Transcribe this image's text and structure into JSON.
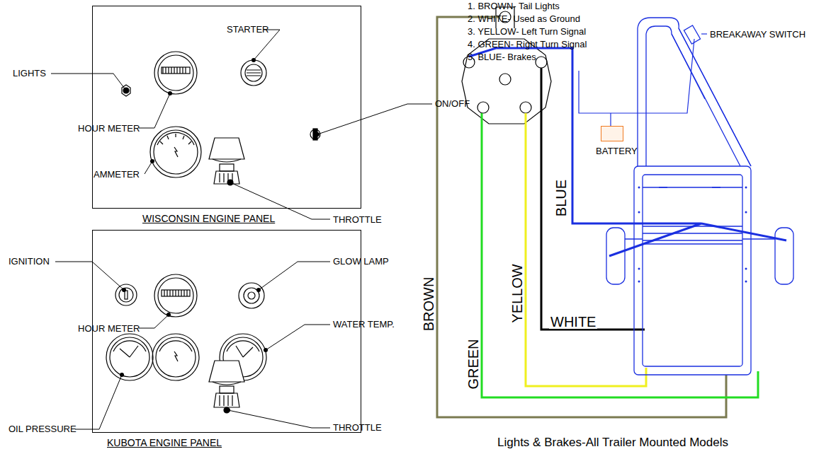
{
  "diagram": {
    "caption": "Lights & Brakes-All Trailer Mounted Models",
    "nodes": [
      {
        "text": [
          "WISCONSIN ENGINE PANEL"
        ]
      },
      {
        "text": [
          "KUBOTA ENGINE PANEL"
        ]
      },
      {
        "text": [
          "BATTERY"
        ]
      }
    ],
    "labels": [
      "LIGHTS",
      "STARTER",
      "ON/OFF",
      "HOUR METER",
      "AMMETER",
      "THROTTLE",
      "IGNITION",
      "GLOW LAMP",
      "HOUR METER",
      "WATER TEMP.",
      "OIL PRESSURE",
      "THROTTLE",
      "1. BROWN- Tail Lights",
      "2. WHITE- Used as Ground",
      "3. YELLOW- Left Turn Signal",
      "4. GREEN- Right Turn Signal",
      "5. BLUE- Brakes",
      "BREAKAWAY SWITCH",
      "BROWN",
      "GREEN",
      "YELLOW",
      "WHITE",
      "BLUE"
    ]
  }
}
